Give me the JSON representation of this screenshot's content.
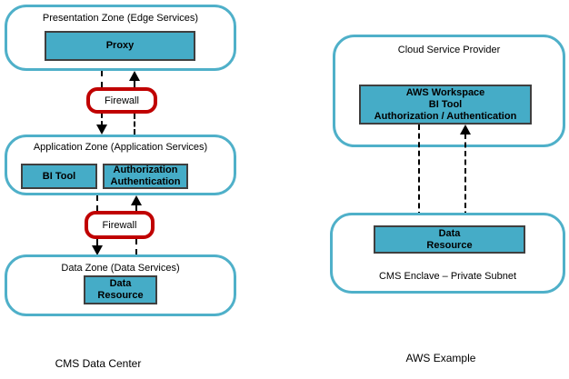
{
  "left": {
    "caption": "CMS Data Center",
    "presentation_zone": {
      "title": "Presentation Zone (Edge Services)",
      "proxy": "Proxy"
    },
    "firewall1": "Firewall",
    "application_zone": {
      "title": "Application Zone (Application Services)",
      "bi_tool": "BI Tool",
      "auth_line1": "Authorization",
      "auth_line2": "Authentication"
    },
    "firewall2": "Firewall",
    "data_zone": {
      "title": "Data Zone (Data Services)",
      "resource_line1": "Data",
      "resource_line2": "Resource"
    }
  },
  "right": {
    "caption": "AWS Example",
    "cloud_zone": {
      "title": "Cloud Service Provider",
      "box_line1": "AWS Workspace",
      "box_line2": "BI Tool",
      "box_line3": "Authorization / Authentication"
    },
    "enclave_zone": {
      "title": "CMS Enclave – Private Subnet",
      "resource_line1": "Data",
      "resource_line2": "Resource"
    }
  },
  "colors": {
    "zone_border": "#4FB0C9",
    "node_fill": "#45ACC7",
    "node_border": "#3F3F3F",
    "firewall_border": "#C00000",
    "arrow": "#000000"
  }
}
